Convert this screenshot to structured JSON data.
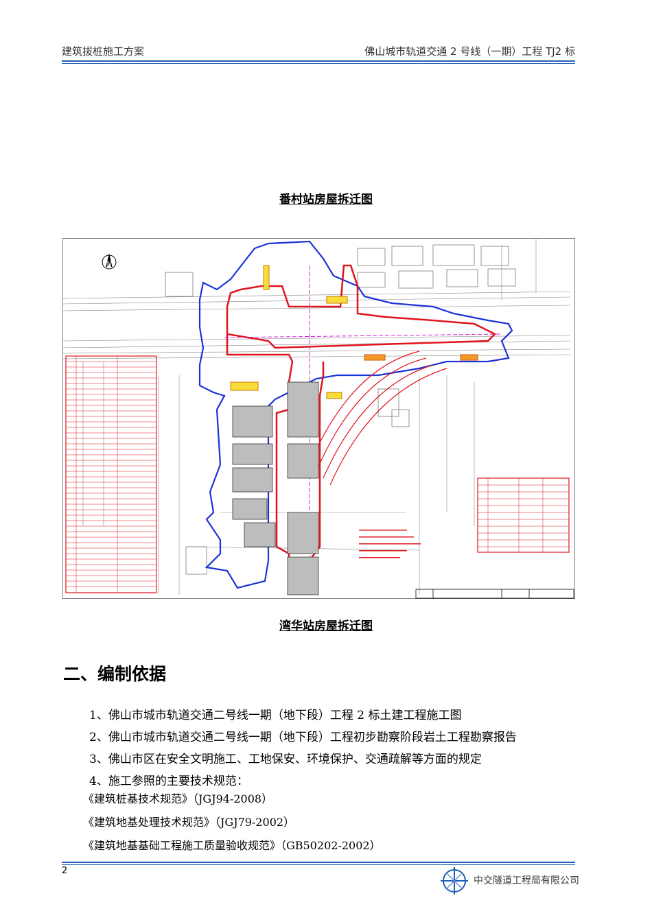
{
  "header": {
    "left": "建筑拔桩施工方案",
    "right": "佛山城市轨道交通 2 号线（一期）工程 TJ2 标"
  },
  "captions": {
    "top": "番村站房屋拆迁图",
    "bottom": "湾华站房屋拆迁图"
  },
  "drawing": {
    "north_label": "N"
  },
  "section": {
    "title": "二、编制依据",
    "items": [
      "1、佛山市城市轨道交通二号线一期（地下段）工程 2 标土建工程施工图",
      "2、佛山市城市轨道交通二号线一期（地下段）工程初步勘察阶段岩土工程勘察报告",
      "3、佛山市区在安全文明施工、工地保安、环境保护、交通疏解等方面的规定",
      "4、施工参照的主要技术规范："
    ],
    "specs": [
      "《建筑桩基技术规范》（JGJ94-2008）",
      "《建筑地基处理技术规范》（JGJ79-2002）",
      "《建筑地基基础工程施工质量验收规范》（GB50202-2002）"
    ]
  },
  "footer": {
    "page_number": "2",
    "company": "中交隧道工程局有限公司"
  },
  "colors": {
    "rule": "#1f5fb4",
    "boundary": "#1a33d6",
    "excavation": "#e0141c"
  }
}
